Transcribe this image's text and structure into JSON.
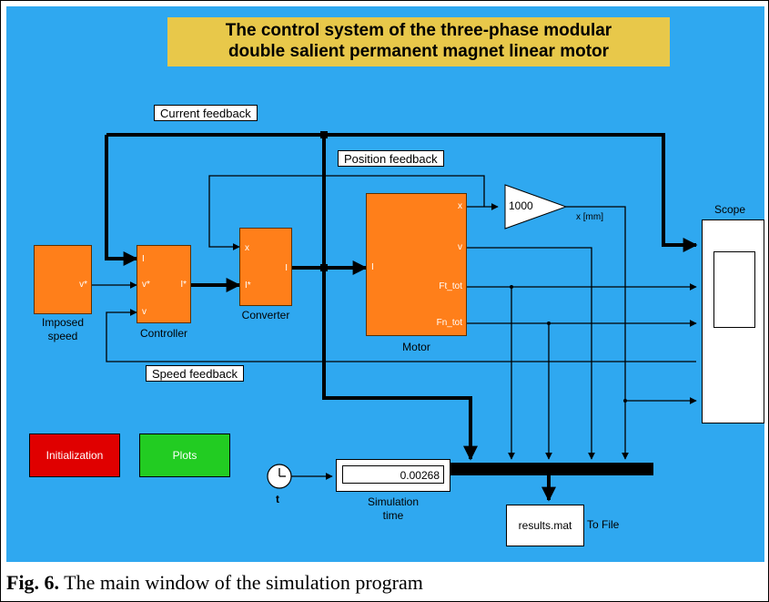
{
  "title": {
    "line1": "The control system of the three-phase modular",
    "line2": "double salient permanent magnet linear motor"
  },
  "feedback_labels": {
    "current": "Current feedback",
    "position": "Position feedback",
    "speed": "Speed feedback"
  },
  "blocks": {
    "imposed_speed": {
      "port_out": "v*",
      "label_line1": "Imposed",
      "label_line2": "speed"
    },
    "controller": {
      "port_i": "I",
      "port_v_star": "v*",
      "port_v": "v",
      "port_out": "I*",
      "label": "Controller"
    },
    "converter": {
      "port_x": "x",
      "port_i_star": "I*",
      "port_out": "I",
      "label": "Converter"
    },
    "motor": {
      "port_in": "I",
      "port_x": "x",
      "port_v": "v",
      "port_ft": "Ft_tot",
      "port_fn": "Fn_tot",
      "label": "Motor"
    },
    "gain": {
      "value": "1000",
      "out_label": "x [mm]"
    },
    "scope": {
      "label": "Scope"
    },
    "initialization": {
      "label": "Initialization"
    },
    "plots": {
      "label": "Plots"
    },
    "clock": {
      "label": "t"
    },
    "display": {
      "value": "0.00268",
      "label_line1": "Simulation",
      "label_line2": "time"
    },
    "to_file": {
      "filename": "results.mat",
      "label": "To File"
    }
  },
  "colors": {
    "canvas": "#2fa8f0",
    "block_orange": "#ff7f1a",
    "title_bg": "#e8c84a",
    "init_red": "#e00000",
    "plots_green": "#22cc22"
  },
  "caption": {
    "fig": "Fig. 6.",
    "text": "The main window of the simulation program"
  }
}
